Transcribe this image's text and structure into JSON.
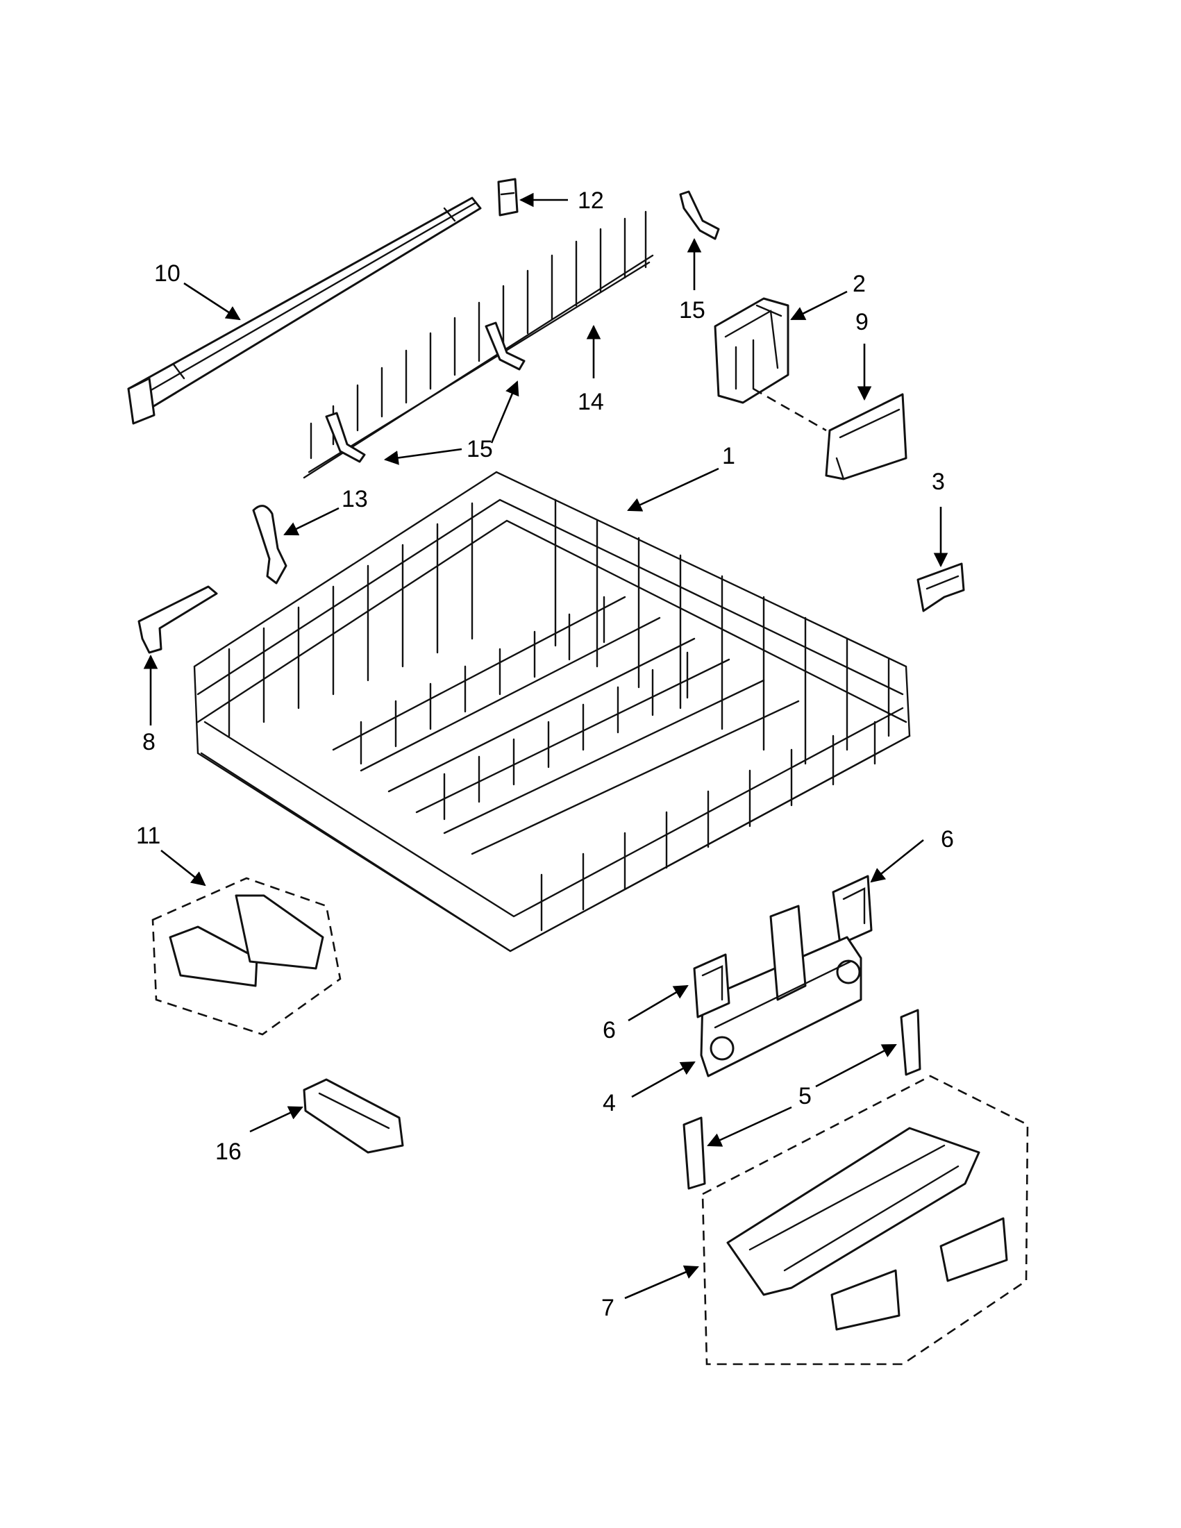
{
  "diagram": {
    "type": "exploded-parts-view",
    "callouts": {
      "rack": "1",
      "rack_adjuster_cover": "2",
      "rack_clip": "3",
      "adjuster_assembly": "4",
      "adjuster_lever": "5",
      "adjuster_clip": "6",
      "cup_shelf": "7",
      "rack_stop": "8",
      "adjuster_panel": "9",
      "rack_rail": "10",
      "rack_holder_kit": "11",
      "rail_stop": "12",
      "tine_clip": "13",
      "tine_row": "14",
      "tine_pivot": "15",
      "rail_end_cap": "16"
    }
  }
}
